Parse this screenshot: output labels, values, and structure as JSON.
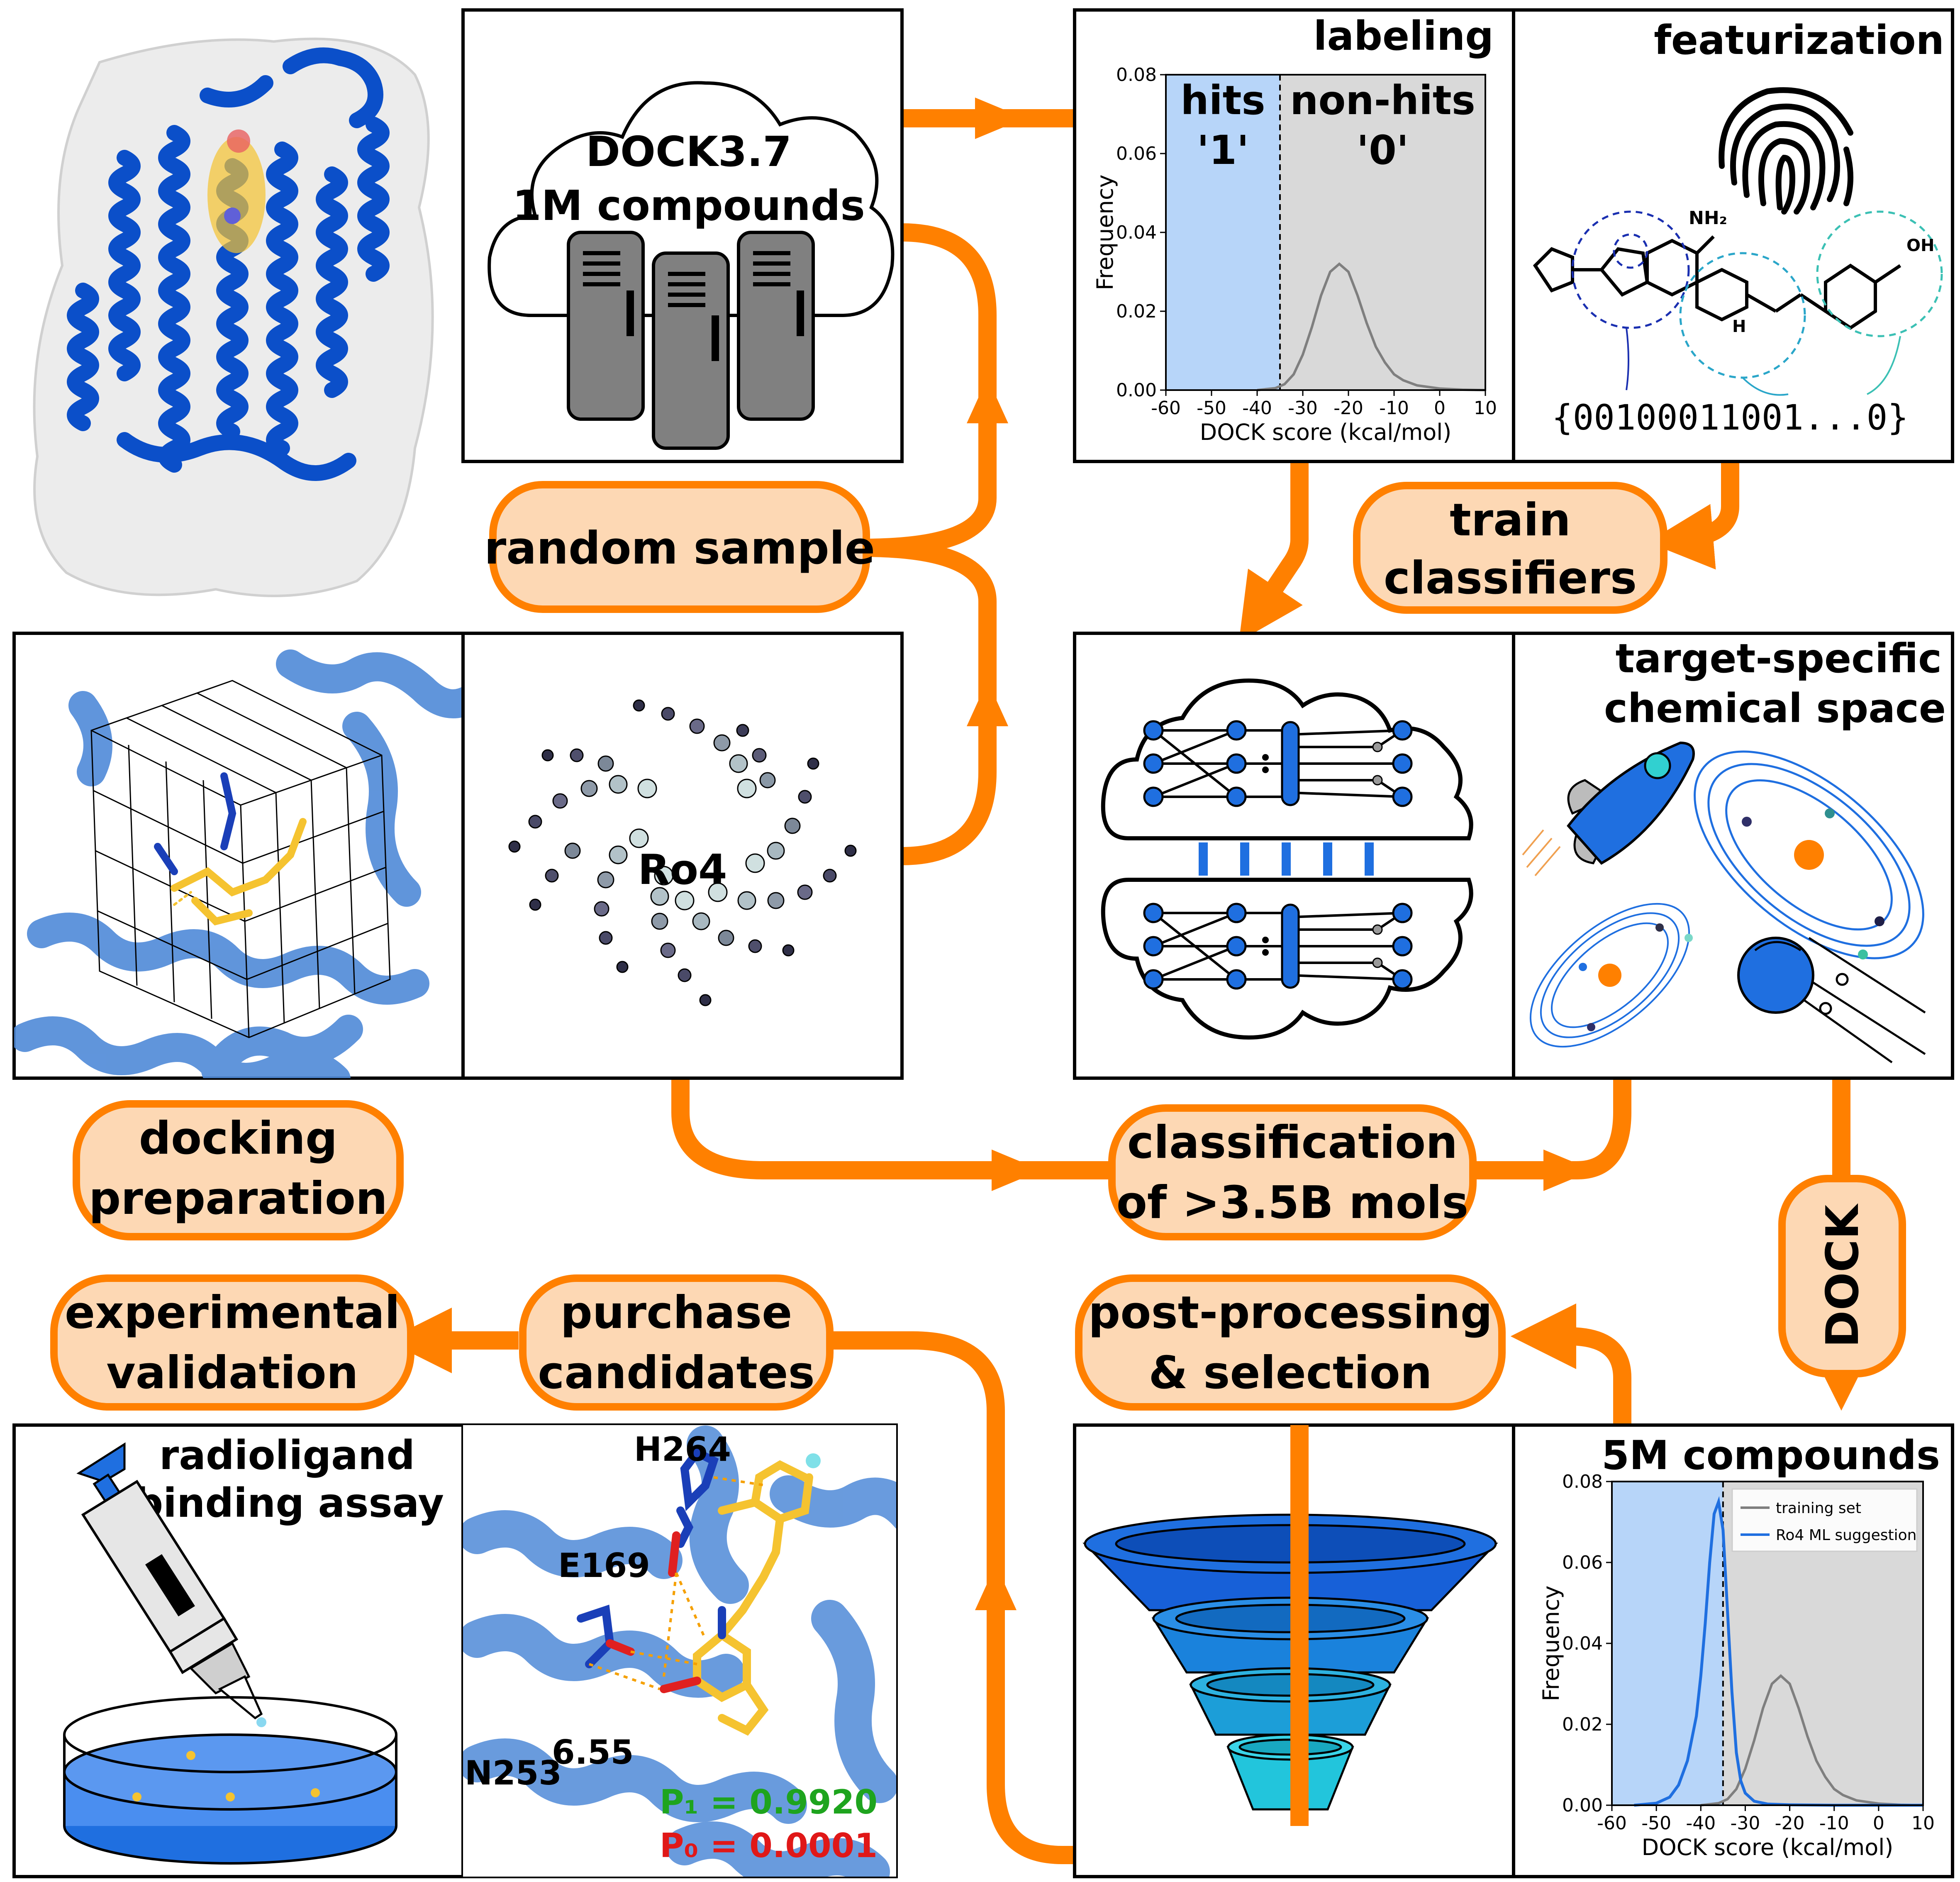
{
  "colors": {
    "flow": "#ff8000",
    "pill_fill": "#fdd8b4",
    "hits_region": "#b7d5f9",
    "nonhits_region": "#d9d9d9",
    "protein_blue": "#0b4fc9",
    "ligand_yellow": "#f5c330",
    "p1_green": "#1ea41e",
    "p0_red": "#e01818",
    "ml_line": "#1f6fe0",
    "train_line": "#7f7f7f"
  },
  "processes": {
    "random_sample": "random sample",
    "train_classifiers_line1": "train",
    "train_classifiers_line2": "classifiers",
    "docking_prep_line1": "docking",
    "docking_prep_line2": "preparation",
    "classification_line1": "classification",
    "classification_line2": "of >3.5B mols",
    "dock": "DOCK",
    "experimental_line1": "experimental",
    "experimental_line2": "validation",
    "purchase_line1": "purchase",
    "purchase_line2": "candidates",
    "postproc_line1": "post-processing",
    "postproc_line2": "& selection"
  },
  "panels": {
    "dock_cloud_line1": "DOCK3.7",
    "dock_cloud_line2": "1M compounds",
    "labeling_title": "labeling",
    "featurization_title": "featurization",
    "hits_label": "hits",
    "hits_value": "'1'",
    "nonhits_label": "non-hits",
    "nonhits_value": "'0'",
    "nh2": "NH₂",
    "oh": "OH",
    "nh": "H",
    "fingerprint_bits": "{00100011001...0}",
    "ro4": "Ro4",
    "chemspace_line1": "target-specific",
    "chemspace_line2": "chemical space",
    "assay_line1": "radioligand",
    "assay_line2": "binding assay",
    "res_h264": "H264",
    "res_e169": "E169",
    "res_n253": "N253",
    "res_n253_sup": "6.55",
    "p1": "P₁ = 0.9920",
    "p0": "P₀ = 0.0001",
    "fivem_title": "5M compounds"
  },
  "chart_data": [
    {
      "type": "area",
      "panel": "labeling",
      "title": "",
      "xlabel": "DOCK score (kcal/mol)",
      "ylabel": "Frequency",
      "xlim": [
        -60,
        10
      ],
      "ylim": [
        0,
        0.08
      ],
      "xticks": [
        -60,
        -50,
        -40,
        -30,
        -20,
        -10,
        0,
        10
      ],
      "xticklabels": [
        "-60",
        "-50",
        "-40",
        "-30",
        "-20",
        "-10",
        "0",
        "10"
      ],
      "yticks": [
        0,
        0.02,
        0.04,
        0.06,
        0.08
      ],
      "yticklabels": [
        "0.00",
        "0.02",
        "0.04",
        "0.06",
        "0.08"
      ],
      "threshold": -35,
      "series": [
        {
          "x": [
            -40,
            -36,
            -34,
            -32,
            -30,
            -28,
            -26,
            -24,
            -22,
            -20,
            -18,
            -16,
            -14,
            -12,
            -10,
            -8,
            -5,
            0,
            5,
            10
          ],
          "y": [
            0,
            0.0005,
            0.0015,
            0.004,
            0.009,
            0.016,
            0.024,
            0.03,
            0.032,
            0.03,
            0.024,
            0.017,
            0.011,
            0.007,
            0.004,
            0.0025,
            0.0012,
            0.0004,
            0.0001,
            0
          ]
        }
      ]
    },
    {
      "type": "line",
      "panel": "5M compounds",
      "title": "",
      "xlabel": "DOCK score (kcal/mol)",
      "ylabel": "Frequency",
      "xlim": [
        -60,
        10
      ],
      "ylim": [
        0,
        0.08
      ],
      "xticks": [
        -60,
        -50,
        -40,
        -30,
        -20,
        -10,
        0,
        10
      ],
      "xticklabels": [
        "-60",
        "-50",
        "-40",
        "-30",
        "-20",
        "-10",
        "0",
        "10"
      ],
      "yticks": [
        0,
        0.02,
        0.04,
        0.06,
        0.08
      ],
      "yticklabels": [
        "0.00",
        "0.02",
        "0.04",
        "0.06",
        "0.08"
      ],
      "threshold": -35,
      "legend_position": "top-right",
      "series": [
        {
          "name": "training set",
          "x": [
            -40,
            -36,
            -34,
            -32,
            -30,
            -28,
            -26,
            -24,
            -22,
            -20,
            -18,
            -16,
            -14,
            -12,
            -10,
            -8,
            -5,
            0,
            5,
            10
          ],
          "y": [
            0,
            0.0005,
            0.0015,
            0.004,
            0.009,
            0.016,
            0.024,
            0.03,
            0.032,
            0.03,
            0.024,
            0.017,
            0.011,
            0.007,
            0.004,
            0.0025,
            0.0012,
            0.0004,
            0.0001,
            0
          ]
        },
        {
          "name": "Ro4 ML suggestion",
          "x": [
            -55,
            -50,
            -47,
            -45,
            -43,
            -41,
            -40,
            -39,
            -38,
            -37,
            -36,
            -35,
            -34,
            -33,
            -32,
            -31,
            -30,
            -28,
            -25,
            -20,
            -10,
            0,
            10
          ],
          "y": [
            0,
            0.0005,
            0.002,
            0.005,
            0.011,
            0.022,
            0.032,
            0.045,
            0.06,
            0.072,
            0.075,
            0.068,
            0.048,
            0.028,
            0.013,
            0.006,
            0.003,
            0.001,
            0.0003,
            0.0001,
            0,
            0,
            0
          ]
        }
      ]
    }
  ]
}
